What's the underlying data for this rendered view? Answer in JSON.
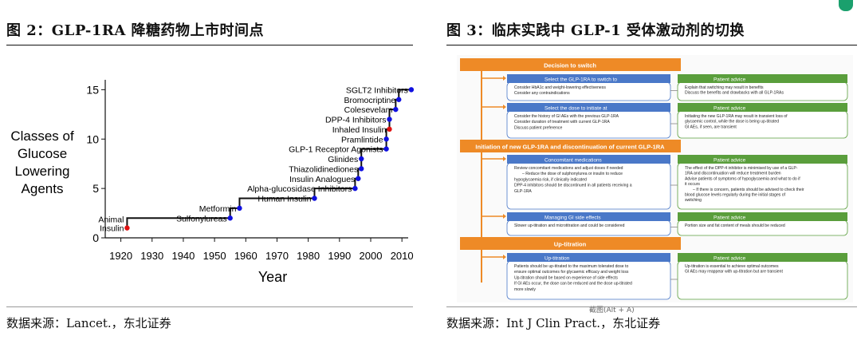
{
  "left": {
    "title": "图 2：GLP-1RA 降糖药物上市时间点",
    "source": "数据来源：Lancet.，东北证券",
    "ylabel_lines": [
      "Classes of",
      "Glucose",
      "Lowering",
      "Agents"
    ],
    "xlabel": "Year"
  },
  "right": {
    "title": "图 3：临床实践中 GLP-1 受体激动剂的切换",
    "source": "数据来源：Int J Clin Pract.，东北证券",
    "crop_hint": "截图(Alt + A)"
  },
  "chart_data": {
    "type": "line",
    "title": "",
    "xlabel": "Year",
    "ylabel": "Classes of Glucose Lowering Agents",
    "xlim": [
      1915,
      2012
    ],
    "ylim": [
      0,
      16
    ],
    "x_ticks": [
      1920,
      1930,
      1940,
      1950,
      1960,
      1970,
      1980,
      1990,
      2000,
      2010
    ],
    "y_ticks": [
      0,
      5,
      10,
      15
    ],
    "colors": {
      "line": "#111111",
      "point": "#1010e0",
      "highlight": "#e01010"
    },
    "points": [
      {
        "x": 1922,
        "y": 1,
        "label_lines": [
          "Animal",
          "Insulin"
        ],
        "highlight": true
      },
      {
        "x": 1955,
        "y": 2,
        "label_lines": [
          "Sulfonylureas"
        ],
        "highlight": false
      },
      {
        "x": 1958,
        "y": 3,
        "label_lines": [
          "Metformin"
        ],
        "highlight": false
      },
      {
        "x": 1982,
        "y": 4,
        "label_lines": [
          "Human Insulin"
        ],
        "highlight": false
      },
      {
        "x": 1995,
        "y": 5,
        "label_lines": [
          "Alpha-glucosidase Inhibitors"
        ],
        "highlight": false
      },
      {
        "x": 1996,
        "y": 6,
        "label_lines": [
          "Insulin Analogues"
        ],
        "highlight": false
      },
      {
        "x": 1997,
        "y": 7,
        "label_lines": [
          "Thiazolidinediones"
        ],
        "highlight": false
      },
      {
        "x": 1997,
        "y": 8,
        "label_lines": [
          "Glinides"
        ],
        "highlight": false
      },
      {
        "x": 2005,
        "y": 9,
        "label_lines": [
          "GLP-1 Receptor Agonists"
        ],
        "highlight": false
      },
      {
        "x": 2005,
        "y": 10,
        "label_lines": [
          "Pramlintide"
        ],
        "highlight": false
      },
      {
        "x": 2006,
        "y": 11,
        "label_lines": [
          "Inhaled Insulin"
        ],
        "highlight": true
      },
      {
        "x": 2006,
        "y": 12,
        "label_lines": [
          "DPP-4 Inhibitors"
        ],
        "highlight": false
      },
      {
        "x": 2008,
        "y": 13,
        "label_lines": [
          "Colesevelam"
        ],
        "highlight": false
      },
      {
        "x": 2009,
        "y": 14,
        "label_lines": [
          "Bromocriptine"
        ],
        "highlight": false
      },
      {
        "x": 2013,
        "y": 15,
        "label_lines": [
          "SGLT2 Inhibitors"
        ],
        "highlight": false
      }
    ]
  },
  "flowchart": {
    "colors": {
      "orange": "#ee8a26",
      "blue": "#4a78c8",
      "green": "#5a9e3c",
      "text": "#222222"
    },
    "sections": [
      {
        "header": "Decision to switch"
      },
      {
        "header": "Initiation of new GLP-1RA and discontinuation of current GLP-1RA"
      },
      {
        "header": "Up-titration"
      }
    ],
    "rows": [
      {
        "left_header": "Select the GLP-1RA to switch to",
        "left_items": [
          "Consider HbA1c and weight-lowering effectiveness",
          "Consider any contraindications"
        ],
        "right_header": "Patient advice",
        "right_items": [
          "Explain that switching may result in benefits",
          "Discuss the benefits and drawbacks with all GLP-1RAs"
        ]
      },
      {
        "left_header": "Select the dose to initiate at",
        "left_items": [
          "Consider the history of GI AEs with the previous GLP-1RA",
          "Consider duration of treatment with current GLP-1RA",
          "Discuss patient preference"
        ],
        "right_header": "Patient advice",
        "right_items": [
          "Initiating the new GLP-1RA may result in transient loss of",
          "glycaemic control, while the dose is being up-titrated",
          "GI AEs, if seen, are transient"
        ]
      },
      {
        "left_header": "Concomitant medications",
        "left_items": [
          "Review concomitant medications and adjust doses if needed",
          "– Reduce the dose of sulphonylurea or insulin to reduce",
          "hypoglycaemia risk, if clinically indicated",
          "DPP-4 inhibitors should be discontinued in all patients receiving a",
          "GLP-1RA"
        ],
        "right_header": "Patient advice",
        "right_items": [
          "The effect of the DPP-4 inhibitor is minimised by use of a GLP-",
          "1RA and discontinuation will reduce treatment burden",
          "Advise patients of symptoms of hypoglycaemia and what to do if",
          "it occurs",
          "– If there is concern, patients should be advised to check their",
          "blood glucose levels regularly during the initial stages of",
          "switching"
        ]
      },
      {
        "left_header": "Managing GI side effects",
        "left_items": [
          "Slower up-titration and microtitration and could be considered"
        ],
        "right_header": "Patient advice",
        "right_items": [
          "Portion size and fat content of meals should be reduced"
        ]
      },
      {
        "left_header": "Up-titration",
        "left_items": [
          "Patients should be up-titrated to the maximum tolerated dose to",
          "ensure optimal outcomes for glycaemic efficacy and weight loss",
          "Up-titration should be based on experience of side effects",
          "If GI AEs occur, the dose can be reduced and the dose up-titrated",
          "more slowly"
        ],
        "right_header": "Patient advice",
        "right_items": [
          "Up-titration is essential to achieve optimal outcomes",
          "GI AEs may reappear with up-titration but are transient"
        ]
      }
    ]
  }
}
